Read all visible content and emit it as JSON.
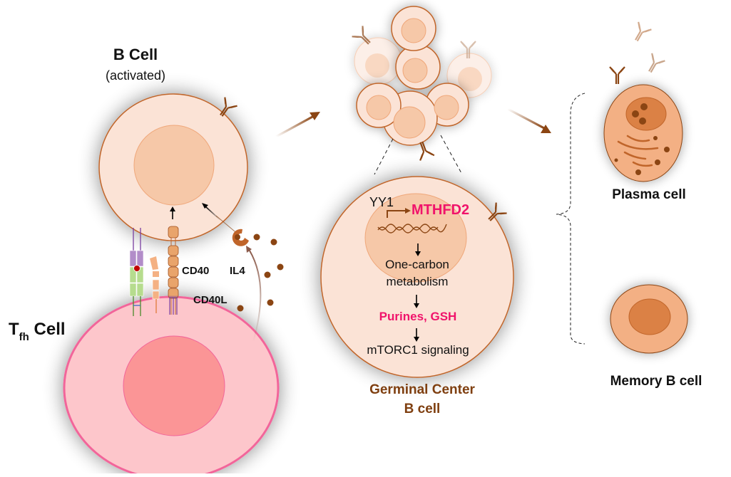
{
  "b_cell": {
    "title": "B Cell",
    "subtitle": "(activated)"
  },
  "tfh_cell": {
    "title_main": "T",
    "title_sub": "fh",
    "title_rest": " Cell"
  },
  "molecules": {
    "cd40": "CD40",
    "il4": "IL4",
    "cd40l": "CD40L"
  },
  "germinal_center": {
    "tf": "YY1",
    "gene": "MTHFD2",
    "step1": "One-carbon",
    "step1b": "metabolism",
    "step2": "Purines, GSH",
    "step3": "mTORC1 signaling",
    "label_line1": "Germinal Center",
    "label_line2": "B cell"
  },
  "outcomes": {
    "plasma": "Plasma cell",
    "memory": "Memory B cell"
  },
  "colors": {
    "brown": "#8B4513",
    "highlight_pink": "#F0136B",
    "bcell_cyto": "#FBE3D6",
    "bcell_nucleus": "#F6C8A8",
    "bcell_outline": "#C0652A",
    "tfh_cyto": "#FDC6CB",
    "tfh_nucleus": "#FB9596",
    "tfh_outline": "#F2659A",
    "plasma_cyto": "#F3B084",
    "plasma_nucleus": "#DB8145",
    "gc_label": "#7F3F10"
  }
}
